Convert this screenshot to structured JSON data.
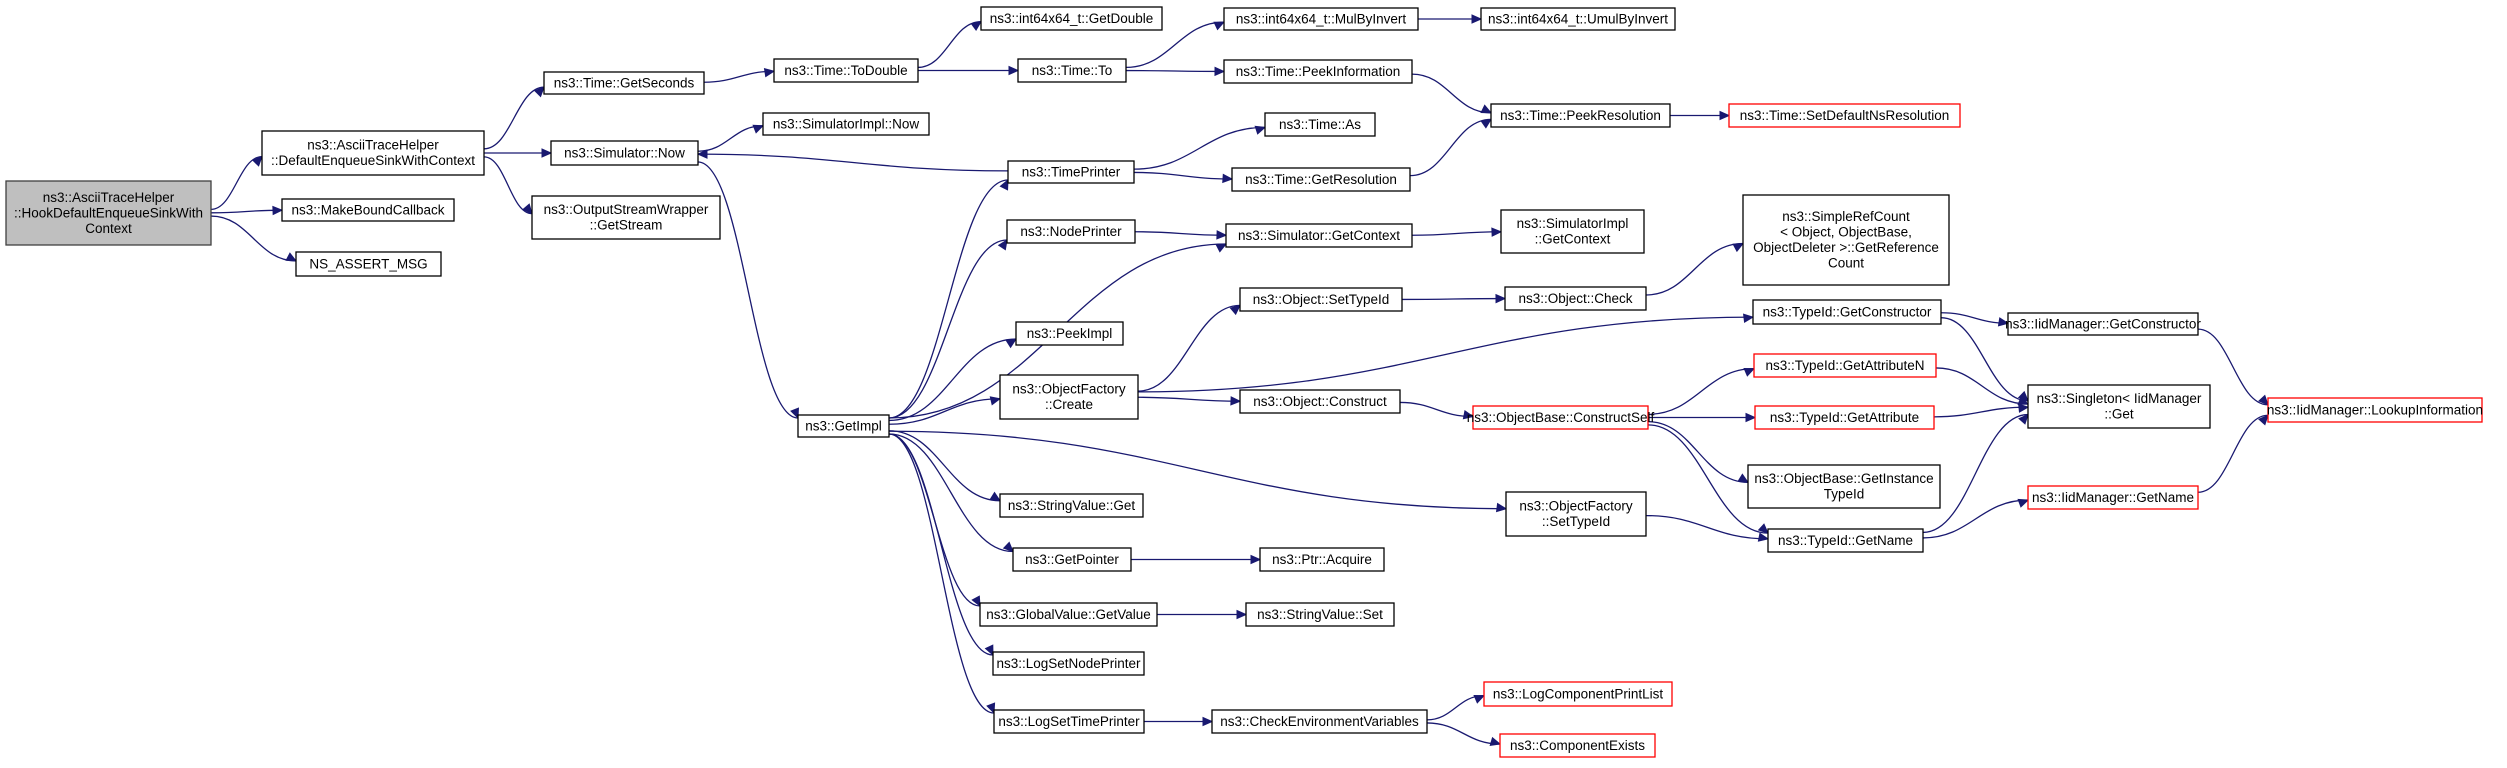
{
  "title": "",
  "nodes": [
    {
      "id": "root",
      "lines": [
        "ns3::AsciiTraceHelper",
        "::HookDefaultEnqueueSinkWith",
        "Context"
      ],
      "style": "root"
    },
    {
      "id": "defenq",
      "lines": [
        "ns3::AsciiTraceHelper",
        "::DefaultEnqueueSinkWithContext"
      ],
      "style": "normal"
    },
    {
      "id": "mbc",
      "lines": [
        "ns3::MakeBoundCallback"
      ],
      "style": "normal"
    },
    {
      "id": "assert",
      "lines": [
        "NS_ASSERT_MSG"
      ],
      "style": "normal"
    },
    {
      "id": "getsec",
      "lines": [
        "ns3::Time::GetSeconds"
      ],
      "style": "normal"
    },
    {
      "id": "simnow",
      "lines": [
        "ns3::Simulator::Now"
      ],
      "style": "normal"
    },
    {
      "id": "osw",
      "lines": [
        "ns3::OutputStreamWrapper",
        "::GetStream"
      ],
      "style": "normal"
    },
    {
      "id": "todouble",
      "lines": [
        "ns3::Time::ToDouble"
      ],
      "style": "normal"
    },
    {
      "id": "simimplnow",
      "lines": [
        "ns3::SimulatorImpl::Now"
      ],
      "style": "normal"
    },
    {
      "id": "getdouble",
      "lines": [
        "ns3::int64x64_t::GetDouble"
      ],
      "style": "normal"
    },
    {
      "id": "timeto",
      "lines": [
        "ns3::Time::To"
      ],
      "style": "normal"
    },
    {
      "id": "mulbyinv",
      "lines": [
        "ns3::int64x64_t::MulByInvert"
      ],
      "style": "normal"
    },
    {
      "id": "umulbyinv",
      "lines": [
        "ns3::int64x64_t::UmulByInvert"
      ],
      "style": "normal"
    },
    {
      "id": "peekinfo",
      "lines": [
        "ns3::Time::PeekInformation"
      ],
      "style": "normal"
    },
    {
      "id": "peekres",
      "lines": [
        "ns3::Time::PeekResolution"
      ],
      "style": "normal"
    },
    {
      "id": "setdefres",
      "lines": [
        "ns3::Time::SetDefaultNsResolution"
      ],
      "style": "trunc"
    },
    {
      "id": "timeas",
      "lines": [
        "ns3::Time::As"
      ],
      "style": "normal"
    },
    {
      "id": "timeprinter",
      "lines": [
        "ns3::TimePrinter"
      ],
      "style": "normal"
    },
    {
      "id": "getres",
      "lines": [
        "ns3::Time::GetResolution"
      ],
      "style": "normal"
    },
    {
      "id": "nodeprinter",
      "lines": [
        "ns3::NodePrinter"
      ],
      "style": "normal"
    },
    {
      "id": "simgetctx",
      "lines": [
        "ns3::Simulator::GetContext"
      ],
      "style": "normal"
    },
    {
      "id": "simimplgetctx",
      "lines": [
        "ns3::SimulatorImpl",
        "::GetContext"
      ],
      "style": "normal"
    },
    {
      "id": "getimpl",
      "lines": [
        "ns3::GetImpl"
      ],
      "style": "normal"
    },
    {
      "id": "peekimpl",
      "lines": [
        "ns3::PeekImpl"
      ],
      "style": "normal"
    },
    {
      "id": "ofcreate",
      "lines": [
        "ns3::ObjectFactory",
        "::Create"
      ],
      "style": "normal"
    },
    {
      "id": "objsettypeid",
      "lines": [
        "ns3::Object::SetTypeId"
      ],
      "style": "normal"
    },
    {
      "id": "objcheck",
      "lines": [
        "ns3::Object::Check"
      ],
      "style": "normal"
    },
    {
      "id": "simplerefcount",
      "lines": [
        "ns3::SimpleRefCount",
        "< Object, ObjectBase,",
        "ObjectDeleter >::GetReference",
        "Count"
      ],
      "style": "normal"
    },
    {
      "id": "objconstruct",
      "lines": [
        "ns3::Object::Construct"
      ],
      "style": "normal"
    },
    {
      "id": "constructself",
      "lines": [
        "ns3::ObjectBase::ConstructSelf"
      ],
      "style": "trunc"
    },
    {
      "id": "typeidgetctor",
      "lines": [
        "ns3::TypeId::GetConstructor"
      ],
      "style": "normal"
    },
    {
      "id": "iidgetctor",
      "lines": [
        "ns3::IidManager::GetConstructor"
      ],
      "style": "normal"
    },
    {
      "id": "getattrn",
      "lines": [
        "ns3::TypeId::GetAttributeN"
      ],
      "style": "trunc"
    },
    {
      "id": "getattr",
      "lines": [
        "ns3::TypeId::GetAttribute"
      ],
      "style": "trunc"
    },
    {
      "id": "singleton",
      "lines": [
        "ns3::Singleton< IidManager",
        "::Get"
      ],
      "style": "normal"
    },
    {
      "id": "lookupinfo",
      "lines": [
        "ns3::IidManager::LookupInformation"
      ],
      "style": "trunc"
    },
    {
      "id": "getinsttypeid",
      "lines": [
        "ns3::ObjectBase::GetInstance",
        "TypeId"
      ],
      "style": "normal"
    },
    {
      "id": "stringvalueget",
      "lines": [
        "ns3::StringValue::Get"
      ],
      "style": "normal"
    },
    {
      "id": "ofsettypeid",
      "lines": [
        "ns3::ObjectFactory",
        "::SetTypeId"
      ],
      "style": "normal"
    },
    {
      "id": "typeidgetname",
      "lines": [
        "ns3::TypeId::GetName"
      ],
      "style": "normal"
    },
    {
      "id": "iidgetname",
      "lines": [
        "ns3::IidManager::GetName"
      ],
      "style": "trunc"
    },
    {
      "id": "getpointer",
      "lines": [
        "ns3::GetPointer"
      ],
      "style": "normal"
    },
    {
      "id": "ptracquire",
      "lines": [
        "ns3::Ptr::Acquire"
      ],
      "style": "normal"
    },
    {
      "id": "gvgetvalue",
      "lines": [
        "ns3::GlobalValue::GetValue"
      ],
      "style": "normal"
    },
    {
      "id": "svset",
      "lines": [
        "ns3::StringValue::Set"
      ],
      "style": "normal"
    },
    {
      "id": "logsetnode",
      "lines": [
        "ns3::LogSetNodePrinter"
      ],
      "style": "normal"
    },
    {
      "id": "logsettime",
      "lines": [
        "ns3::LogSetTimePrinter"
      ],
      "style": "normal"
    },
    {
      "id": "checkenv",
      "lines": [
        "ns3::CheckEnvironmentVariables"
      ],
      "style": "normal"
    },
    {
      "id": "logcomplist",
      "lines": [
        "ns3::LogComponentPrintList"
      ],
      "style": "trunc"
    },
    {
      "id": "compexists",
      "lines": [
        "ns3::ComponentExists"
      ],
      "style": "trunc"
    }
  ],
  "edges": [
    [
      "root",
      "defenq"
    ],
    [
      "root",
      "mbc"
    ],
    [
      "root",
      "assert"
    ],
    [
      "defenq",
      "getsec"
    ],
    [
      "defenq",
      "simnow"
    ],
    [
      "defenq",
      "osw"
    ],
    [
      "getsec",
      "todouble"
    ],
    [
      "todouble",
      "getdouble"
    ],
    [
      "todouble",
      "timeto"
    ],
    [
      "timeto",
      "mulbyinv"
    ],
    [
      "mulbyinv",
      "umulbyinv"
    ],
    [
      "timeto",
      "peekinfo"
    ],
    [
      "peekinfo",
      "peekres"
    ],
    [
      "peekres",
      "setdefres"
    ],
    [
      "simnow",
      "simimplnow"
    ],
    [
      "simnow",
      "getimpl"
    ],
    [
      "timeprinter",
      "simnow"
    ],
    [
      "timeprinter",
      "timeas"
    ],
    [
      "timeprinter",
      "getres"
    ],
    [
      "getres",
      "peekres"
    ],
    [
      "nodeprinter",
      "simgetctx"
    ],
    [
      "simgetctx",
      "simimplgetctx"
    ],
    [
      "getimpl",
      "timeprinter"
    ],
    [
      "getimpl",
      "nodeprinter"
    ],
    [
      "getimpl",
      "simgetctx"
    ],
    [
      "getimpl",
      "peekimpl"
    ],
    [
      "getimpl",
      "ofcreate"
    ],
    [
      "getimpl",
      "ofsettypeid"
    ],
    [
      "getimpl",
      "stringvalueget"
    ],
    [
      "getimpl",
      "getpointer"
    ],
    [
      "getimpl",
      "gvgetvalue"
    ],
    [
      "getimpl",
      "logsetnode"
    ],
    [
      "getimpl",
      "logsettime"
    ],
    [
      "ofcreate",
      "objsettypeid"
    ],
    [
      "ofcreate",
      "objconstruct"
    ],
    [
      "ofcreate",
      "typeidgetctor"
    ],
    [
      "objsettypeid",
      "objcheck"
    ],
    [
      "objcheck",
      "simplerefcount"
    ],
    [
      "objconstruct",
      "constructself"
    ],
    [
      "constructself",
      "getattrn"
    ],
    [
      "constructself",
      "getattr"
    ],
    [
      "constructself",
      "getinsttypeid"
    ],
    [
      "constructself",
      "typeidgetname"
    ],
    [
      "typeidgetctor",
      "iidgetctor"
    ],
    [
      "typeidgetctor",
      "singleton"
    ],
    [
      "iidgetctor",
      "lookupinfo"
    ],
    [
      "getattrn",
      "singleton"
    ],
    [
      "getattr",
      "singleton"
    ],
    [
      "ofsettypeid",
      "typeidgetname"
    ],
    [
      "typeidgetname",
      "singleton"
    ],
    [
      "typeidgetname",
      "iidgetname"
    ],
    [
      "iidgetname",
      "lookupinfo"
    ],
    [
      "getpointer",
      "ptracquire"
    ],
    [
      "gvgetvalue",
      "svset"
    ],
    [
      "logsettime",
      "checkenv"
    ],
    [
      "checkenv",
      "logcomplist"
    ],
    [
      "checkenv",
      "compexists"
    ]
  ]
}
